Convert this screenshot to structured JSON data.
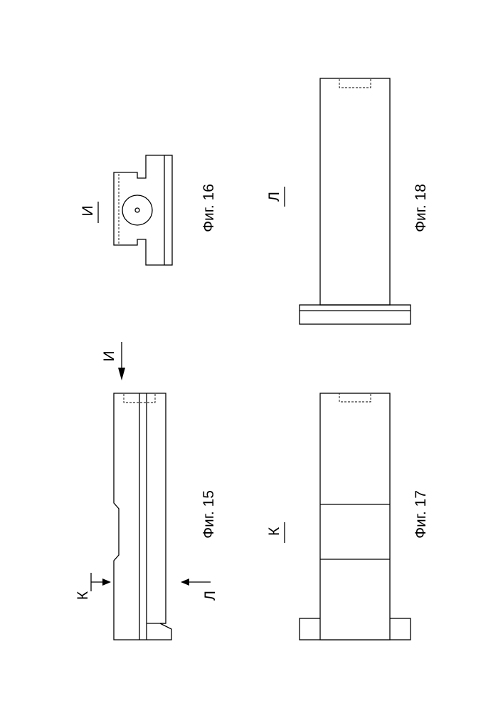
{
  "drawing": {
    "fig15": {
      "caption": "Фиг. 15"
    },
    "fig16": {
      "caption": "Фиг. 16",
      "view_label": "И"
    },
    "fig17": {
      "caption": "Фиг. 17",
      "view_label": "К"
    },
    "fig18": {
      "caption": "Фиг. 18",
      "view_label": "Л"
    },
    "arrows": {
      "i": "И",
      "k": "К",
      "l": "Л"
    }
  }
}
